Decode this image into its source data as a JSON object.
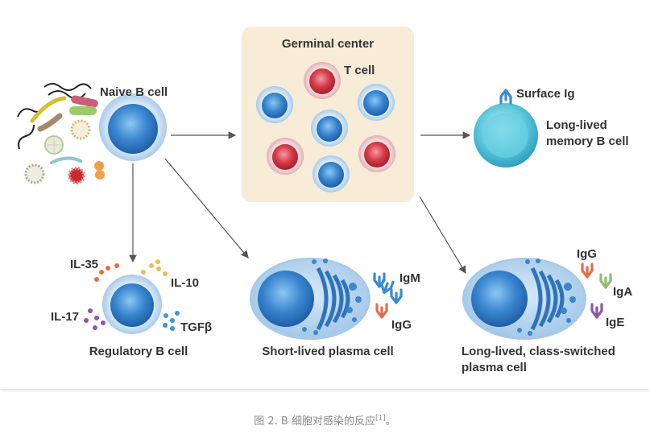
{
  "labels": {
    "germinal_center": "Germinal center",
    "t_cell": "T cell",
    "naive_b_cell": "Naive B cell",
    "surface_ig": "Surface Ig",
    "memory_line1": "Long-lived",
    "memory_line2": "memory B cell",
    "il35": "IL-35",
    "il10": "IL-10",
    "il17": "IL-17",
    "tgfb": "TGFβ",
    "regulatory": "Regulatory B cell",
    "short_lived": "Short-lived plasma cell",
    "igm": "IgM",
    "igg_short": "IgG",
    "igg_long": "IgG",
    "iga": "IgA",
    "ige": "IgE",
    "long_lived_line1": "Long-lived, class-switched",
    "long_lived_line2": "plasma cell"
  },
  "caption": {
    "text": "图 2. B 细胞对感染的反应",
    "ref": "[1]",
    "end": "。"
  },
  "colors": {
    "b_cell_blue": "#3a86cf",
    "t_cell_red": "#cf3340",
    "memory_cyan": "#4cc0d6",
    "germinal_bg": "#f6ecd8",
    "antibody_blue": "#3a8ad0",
    "antibody_orange": "#e0704a",
    "antibody_green": "#8cbf72",
    "antibody_purple": "#8a5aa8"
  }
}
